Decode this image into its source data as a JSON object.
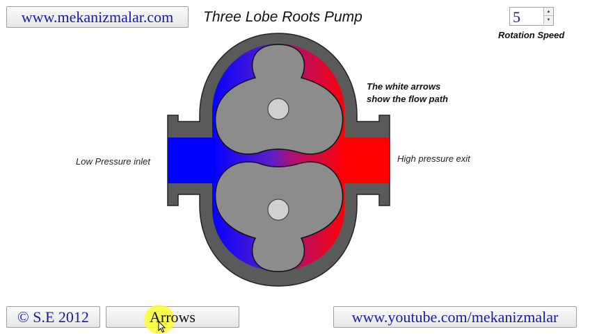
{
  "header": {
    "site_link": "www.mekanizmalar.com",
    "title": "Three Lobe Roots Pump"
  },
  "speed": {
    "value": "5",
    "label": "Rotation Speed"
  },
  "labels": {
    "note_line1": "The white arrows",
    "note_line2": "show the flow path",
    "inlet": "Low Pressure inlet",
    "exit": "High pressure exit"
  },
  "footer": {
    "copyright": "© S.E 2012",
    "arrows_button": "Arrows",
    "youtube_link": "www.youtube.com/mekanizmalar"
  },
  "colors": {
    "low_pressure": "#0000ff",
    "high_pressure": "#ff0000",
    "casing": "#5a5a5a",
    "rotor": "#8c8c8c",
    "link": "#1a1aa6",
    "highlight": "#ffff33"
  },
  "icons": [
    "spin-up-icon",
    "spin-down-icon",
    "pointer-cursor-icon"
  ]
}
